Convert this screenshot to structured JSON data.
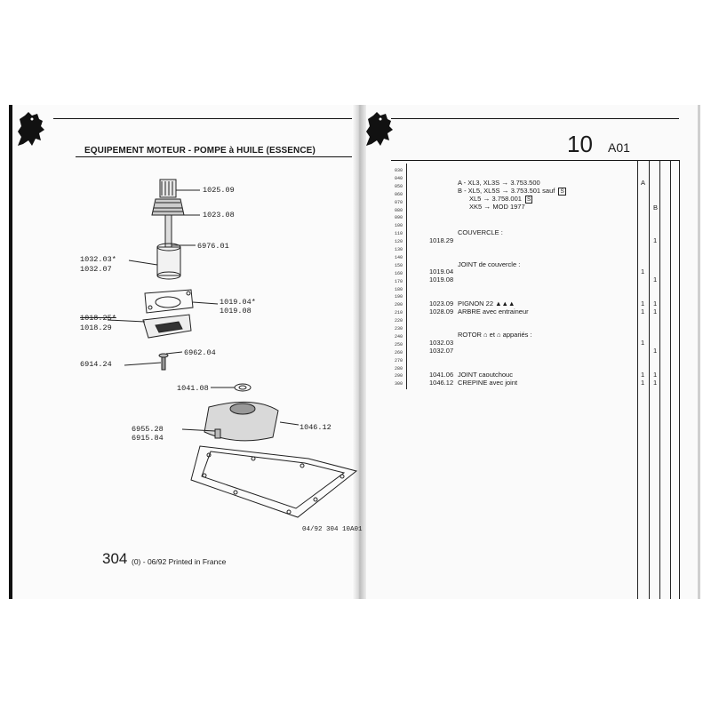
{
  "left_page": {
    "title": "EQUIPEMENT MOTEUR - POMPE à HUILE  (ESSENCE)",
    "labels": [
      {
        "id": "l1",
        "text": "1025.09"
      },
      {
        "id": "l2",
        "text": "1023.08"
      },
      {
        "id": "l3",
        "text": "6976.01"
      },
      {
        "id": "l4",
        "text": "1032.03*"
      },
      {
        "id": "l5",
        "text": "1032.07"
      },
      {
        "id": "l6",
        "text": "1019.04*"
      },
      {
        "id": "l7",
        "text": "1019.08"
      },
      {
        "id": "l8",
        "text": "1018.25*"
      },
      {
        "id": "l9",
        "text": "1018.29"
      },
      {
        "id": "l10",
        "text": "6962.04"
      },
      {
        "id": "l11",
        "text": "6914.24"
      },
      {
        "id": "l12",
        "text": "1041.08"
      },
      {
        "id": "l13",
        "text": "1046.12"
      },
      {
        "id": "l14",
        "text": "6955.28"
      },
      {
        "id": "l15",
        "text": "6915.84"
      }
    ],
    "code": "04/92  304  10A01",
    "footer_num": "304",
    "footer_rest": "(0) - 06/92 Printed in France"
  },
  "right_page": {
    "section_number": "10",
    "section_code": "A01",
    "line_numbers": [
      "030",
      "040",
      "050",
      "060",
      "070",
      "080",
      "090",
      "100",
      "110",
      "120",
      "130",
      "140",
      "150",
      "160",
      "170",
      "180",
      "190",
      "200",
      "210",
      "220",
      "230",
      "240",
      "250",
      "260",
      "270",
      "280",
      "290",
      "300"
    ],
    "applicability": [
      {
        "text": "A - XL3, XL3S",
        "value": "3.753.500",
        "col1": "A",
        "box": ""
      },
      {
        "text": "B - XL5, XL5S",
        "value": "3.753.501 sauf",
        "col1": "",
        "box": "S"
      },
      {
        "text": "XL5",
        "value": "3.758.001",
        "col1": "",
        "box": "S"
      },
      {
        "text": "XK5",
        "value": "MOD 1977",
        "col1": "",
        "col2": "B",
        "box": ""
      }
    ],
    "couvercle_title": "COUVERCLE :",
    "couvercle_ref": "1018.29",
    "joint_title": "JOINT de couvercle :",
    "joint_rows": [
      {
        "ref": "1019.04",
        "c1": "1",
        "c2": ""
      },
      {
        "ref": "1019.08",
        "c1": "",
        "c2": "1"
      }
    ],
    "parts": [
      {
        "ref": "1023.09",
        "desc": "PIGNON 22 ▲▲▲",
        "c1": "1",
        "c2": "1"
      },
      {
        "ref": "1028.09",
        "desc": "ARBRE avec entraineur",
        "c1": "1",
        "c2": "1"
      }
    ],
    "rotor_title": "ROTOR",
    "rotor_suffix": "et",
    "rotor_suffix2": "appariés :",
    "rotor_rows": [
      {
        "ref": "1032.03",
        "c1": "1",
        "c2": ""
      },
      {
        "ref": "1032.07",
        "c1": "",
        "c2": "1"
      }
    ],
    "tail_parts": [
      {
        "ref": "1041.06",
        "desc": "JOINT caoutchouc",
        "c1": "1",
        "c2": "1"
      },
      {
        "ref": "1046.12",
        "desc": "CREPINE avec joint",
        "c1": "1",
        "c2": "1"
      }
    ],
    "couvercle_c2": "1"
  },
  "colors": {
    "ink": "#1a1a1a",
    "paper": "#fbfbfb"
  },
  "icons": [
    "lion-logo-icon",
    "arrow-right-icon",
    "engine-icon"
  ]
}
